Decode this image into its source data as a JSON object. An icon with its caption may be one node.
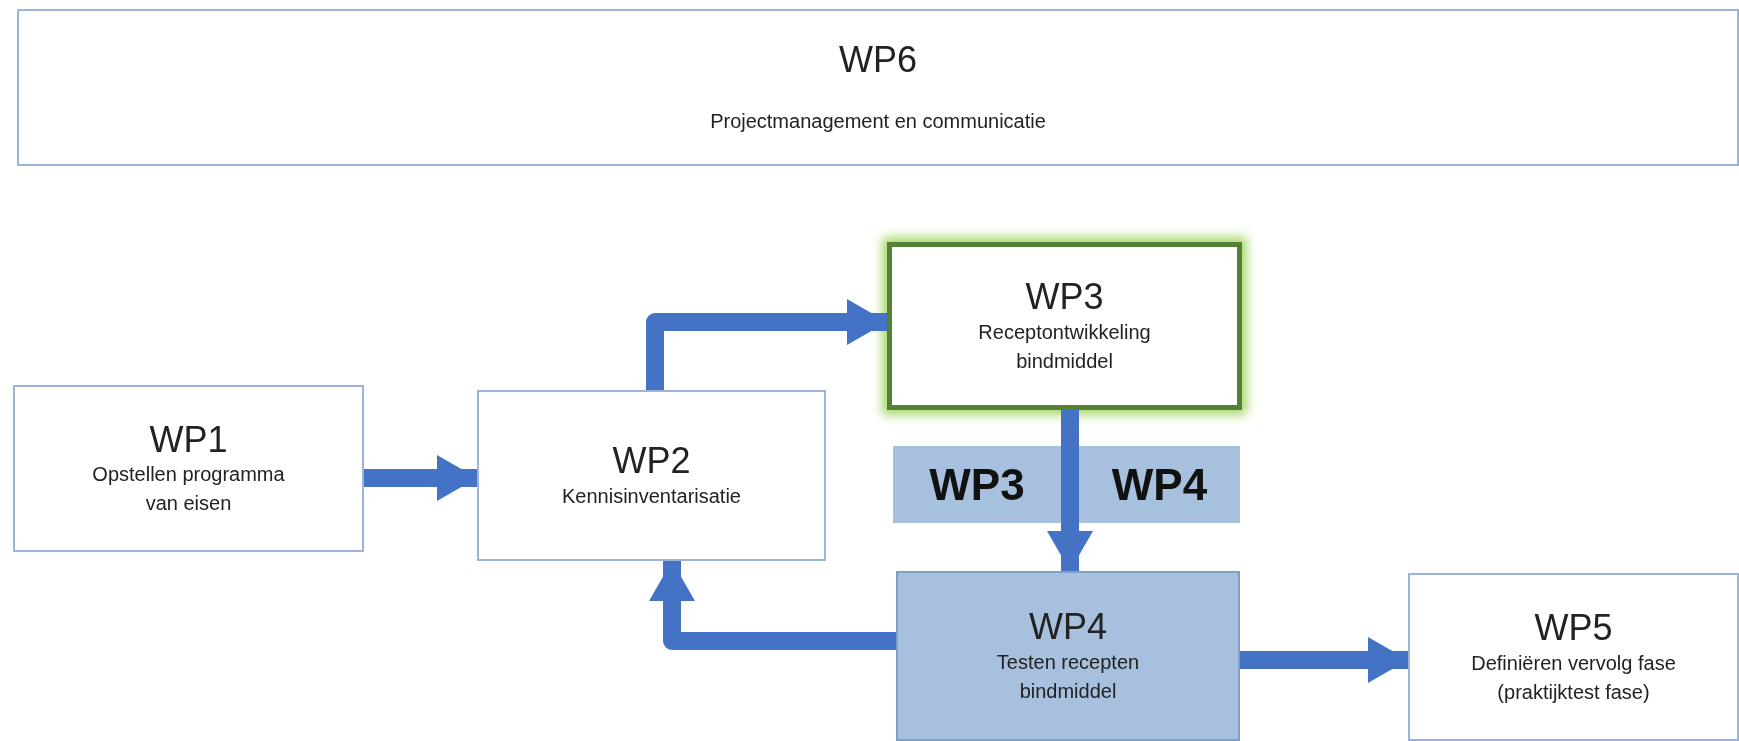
{
  "diagram": {
    "nodes": [
      {
        "text": [
          "WP6",
          "Projectmanagement en communicatie"
        ]
      },
      {
        "text": [
          "WP1",
          "Opstellen programma van eisen"
        ]
      },
      {
        "text": [
          "WP2",
          "Kennisinventarisatie"
        ]
      },
      {
        "text": [
          "WP3",
          "Receptontwikkeling bindmiddel"
        ]
      },
      {
        "text": [
          "WP3"
        ]
      },
      {
        "text": [
          "WP4"
        ]
      },
      {
        "text": [
          "WP4",
          "Testen recepten bindmiddel"
        ]
      },
      {
        "text": [
          "WP5",
          "Definiëren vervolg fase (praktijktest fase)"
        ]
      }
    ],
    "edges": [
      {
        "from": 1,
        "to": 2,
        "arrow": "to"
      },
      {
        "from": 2,
        "to": 3,
        "arrow": "to"
      },
      {
        "from": 3,
        "to": 6,
        "arrow": "to"
      },
      {
        "from": 6,
        "to": 2,
        "arrow": "to"
      },
      {
        "from": 6,
        "to": 7,
        "arrow": "to"
      }
    ]
  }
}
